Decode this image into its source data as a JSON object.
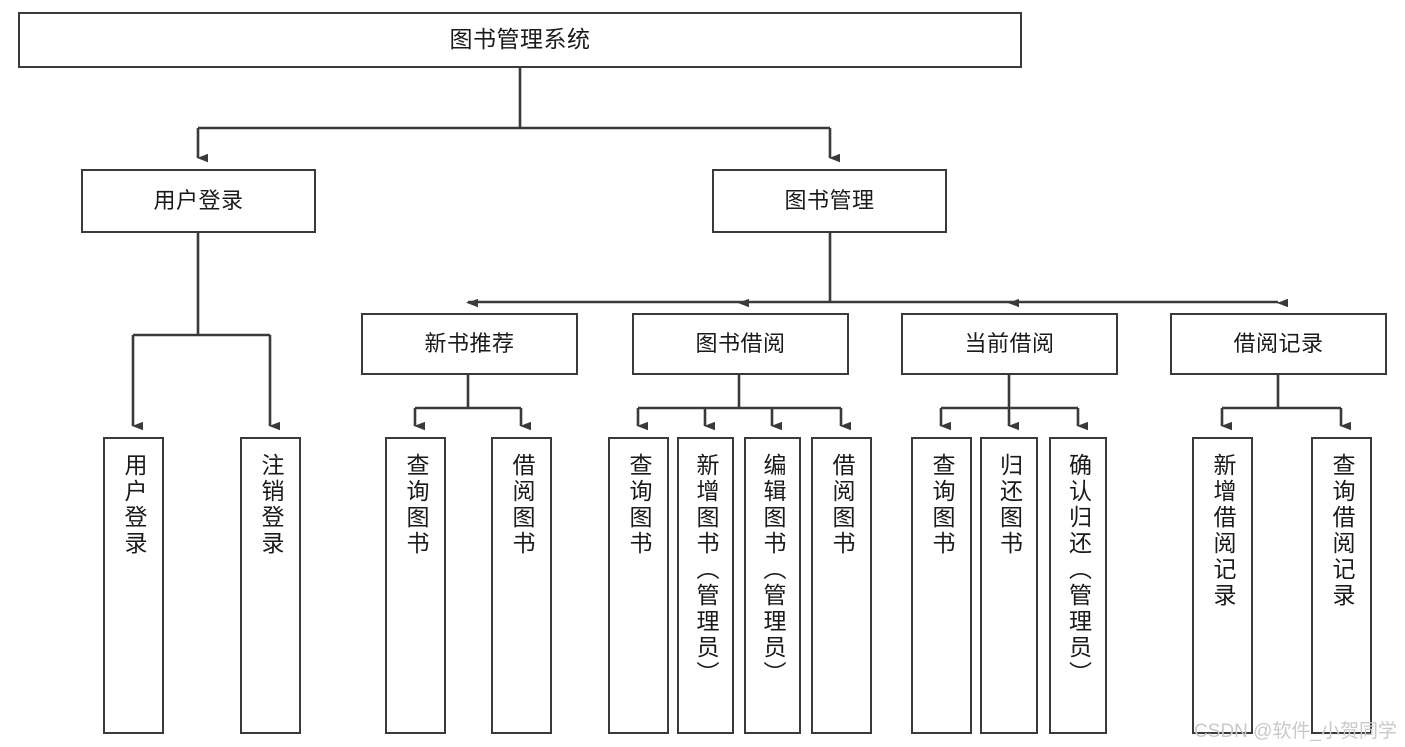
{
  "diagram": {
    "title": "图书管理系统",
    "type": "功能结构图",
    "watermark": "CSDN @软件_小贺同学",
    "accent_color": "#3a3a3a",
    "background_color": "#ffffff",
    "nodes": {
      "root": {
        "label": "图书管理系统"
      },
      "level2": [
        {
          "id": "user-login",
          "label": "用户登录"
        },
        {
          "id": "book-manage",
          "label": "图书管理"
        }
      ],
      "level3": [
        {
          "id": "new-book-recommend",
          "label": "新书推荐"
        },
        {
          "id": "book-borrow",
          "label": "图书借阅"
        },
        {
          "id": "current-borrow",
          "label": "当前借阅"
        },
        {
          "id": "borrow-record",
          "label": "借阅记录"
        }
      ],
      "leaves": [
        {
          "id": "leaf-user-login",
          "label": "用户登录",
          "parent": "user-login"
        },
        {
          "id": "leaf-user-logout",
          "label": "注销登录",
          "parent": "user-login"
        },
        {
          "id": "leaf-query-book-1",
          "label": "查询图书",
          "parent": "new-book-recommend"
        },
        {
          "id": "leaf-borrow-book-1",
          "label": "借阅图书",
          "parent": "new-book-recommend"
        },
        {
          "id": "leaf-query-book-2",
          "label": "查询图书",
          "parent": "book-borrow"
        },
        {
          "id": "leaf-add-book",
          "label": "新增图书（管理员）",
          "parent": "book-borrow"
        },
        {
          "id": "leaf-edit-book",
          "label": "编辑图书（管理员）",
          "parent": "book-borrow"
        },
        {
          "id": "leaf-borrow-book-2",
          "label": "借阅图书",
          "parent": "book-borrow"
        },
        {
          "id": "leaf-query-book-3",
          "label": "查询图书",
          "parent": "current-borrow"
        },
        {
          "id": "leaf-return-book",
          "label": "归还图书",
          "parent": "current-borrow"
        },
        {
          "id": "leaf-confirm-return",
          "label": "确认归还（管理员）",
          "parent": "current-borrow"
        },
        {
          "id": "leaf-add-record",
          "label": "新增借阅记录",
          "parent": "borrow-record"
        },
        {
          "id": "leaf-query-record",
          "label": "查询借阅记录",
          "parent": "borrow-record"
        }
      ]
    }
  }
}
